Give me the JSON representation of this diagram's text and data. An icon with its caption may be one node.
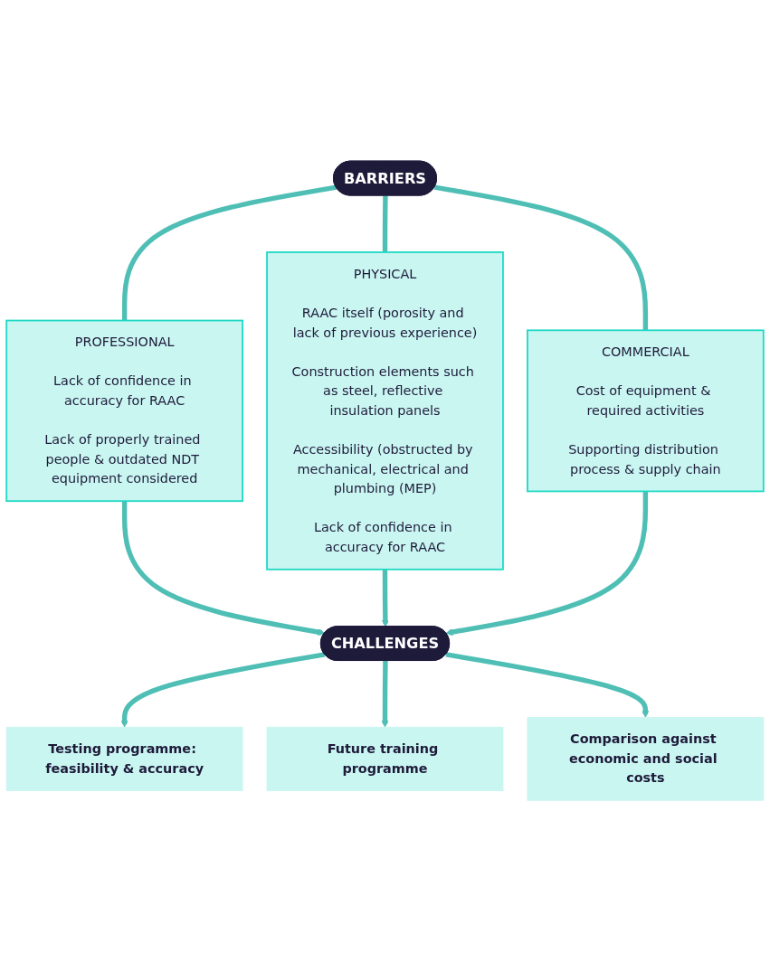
{
  "diagram": {
    "nodes": [
      {
        "text": [
          "BARRIERS"
        ]
      },
      {
        "text": [
          "PROFESSIONAL",
          "Lack of confidence in accuracy for RAAC",
          "Lack of properly trained people & outdated NDT equipment considered"
        ]
      },
      {
        "text": [
          "PHYSICAL",
          "RAAC itself (porosity and lack of previous experience)",
          "Construction elements such as steel, reflective insulation panels",
          "Accessibility (obstructed by mechanical, electrical and plumbing (MEP)",
          "Lack of confidence in accuracy for RAAC"
        ]
      },
      {
        "text": [
          "COMMERCIAL",
          "Cost of equipment & required activities",
          "Supporting distribution process & supply chain"
        ]
      },
      {
        "text": [
          "CHALLENGES"
        ]
      },
      {
        "text": [
          "Testing programme: feasibility & accuracy"
        ]
      },
      {
        "text": [
          "Future training programme"
        ]
      },
      {
        "text": [
          "Comparison against economic and social costs"
        ]
      }
    ],
    "edges": [
      {
        "from": 0,
        "to": 1,
        "arrow": "none"
      },
      {
        "from": 0,
        "to": 2,
        "arrow": "none"
      },
      {
        "from": 0,
        "to": 3,
        "arrow": "none"
      },
      {
        "from": 1,
        "to": 4,
        "arrow": "to"
      },
      {
        "from": 2,
        "to": 4,
        "arrow": "to"
      },
      {
        "from": 3,
        "to": 4,
        "arrow": "to"
      },
      {
        "from": 4,
        "to": 5,
        "arrow": "to"
      },
      {
        "from": 4,
        "to": 6,
        "arrow": "to"
      },
      {
        "from": 4,
        "to": 7,
        "arrow": "to"
      }
    ]
  }
}
